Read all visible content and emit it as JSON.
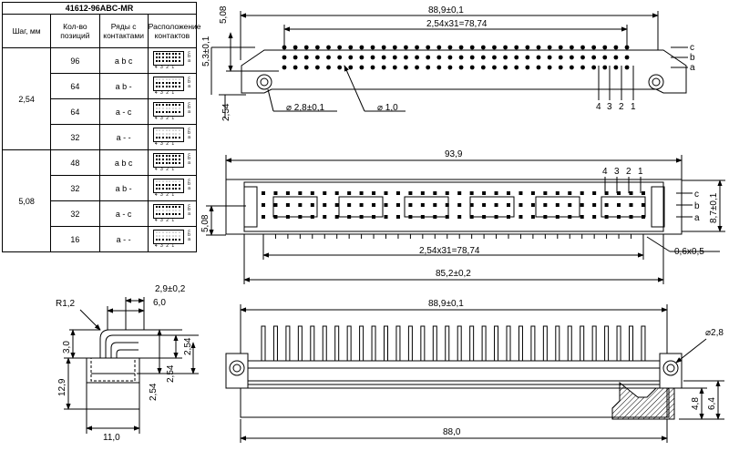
{
  "table": {
    "title": "41612-96ABC-MR",
    "headers": [
      "Шаг, мм",
      "Кол-во позиций",
      "Ряды с контактами",
      "Расположение контактов"
    ],
    "rows": [
      {
        "pitch": "2,54",
        "positions": "96",
        "rows": "a b c",
        "map": "abc"
      },
      {
        "pitch": "",
        "positions": "64",
        "rows": "a b -",
        "map": "ab"
      },
      {
        "pitch": "",
        "positions": "64",
        "rows": "a - c",
        "map": "ac"
      },
      {
        "pitch": "",
        "positions": "32",
        "rows": "a - -",
        "map": "a"
      },
      {
        "pitch": "5,08",
        "positions": "48",
        "rows": "a b c",
        "map": "abc"
      },
      {
        "pitch": "",
        "positions": "32",
        "rows": "a b -",
        "map": "ab"
      },
      {
        "pitch": "",
        "positions": "32",
        "rows": "a - c",
        "map": "ac"
      },
      {
        "pitch": "",
        "positions": "16",
        "rows": "a - -",
        "map": "a"
      }
    ],
    "mini_row_letters": [
      "c",
      "b",
      "a"
    ],
    "mini_numbers": "4 3 2 1"
  },
  "top_view": {
    "overall": "88,9±0,1",
    "pitch_span": "2,54x31=78,74",
    "height_a": "5,08",
    "height_b": "5,3±0,1",
    "left_offset": "2,54",
    "hole_dia": "⌀ 2,8±0,1",
    "pin_dia": "⌀ 1,0",
    "row_labels": [
      "c",
      "b",
      "a"
    ],
    "col_numbers": [
      "4",
      "3",
      "2",
      "1"
    ]
  },
  "front_view": {
    "overall": "93,9",
    "height": "8,7±0,1",
    "left_height": "5,08",
    "pitch_span": "2,54x31=78,74",
    "pin_section": "0,6x0,5",
    "base_span": "85,2±0,2",
    "row_labels": [
      "c",
      "b",
      "a"
    ],
    "col_numbers": [
      "4",
      "3",
      "2",
      "1"
    ]
  },
  "side_view": {
    "radius": "R1,2",
    "dim_a": "2,9±0,2",
    "dim_b": "6,0",
    "dim_c": "3,0",
    "dim_d": "12,9",
    "dim_e": "2,54",
    "dim_f": "2,54",
    "dim_g": "2,54",
    "width": "11,0"
  },
  "bottom_view": {
    "overall": "88,9±0,1",
    "hole_dia": "⌀2,8",
    "base": "88,0",
    "dim_a": "4,8",
    "dim_b": "6,4"
  }
}
